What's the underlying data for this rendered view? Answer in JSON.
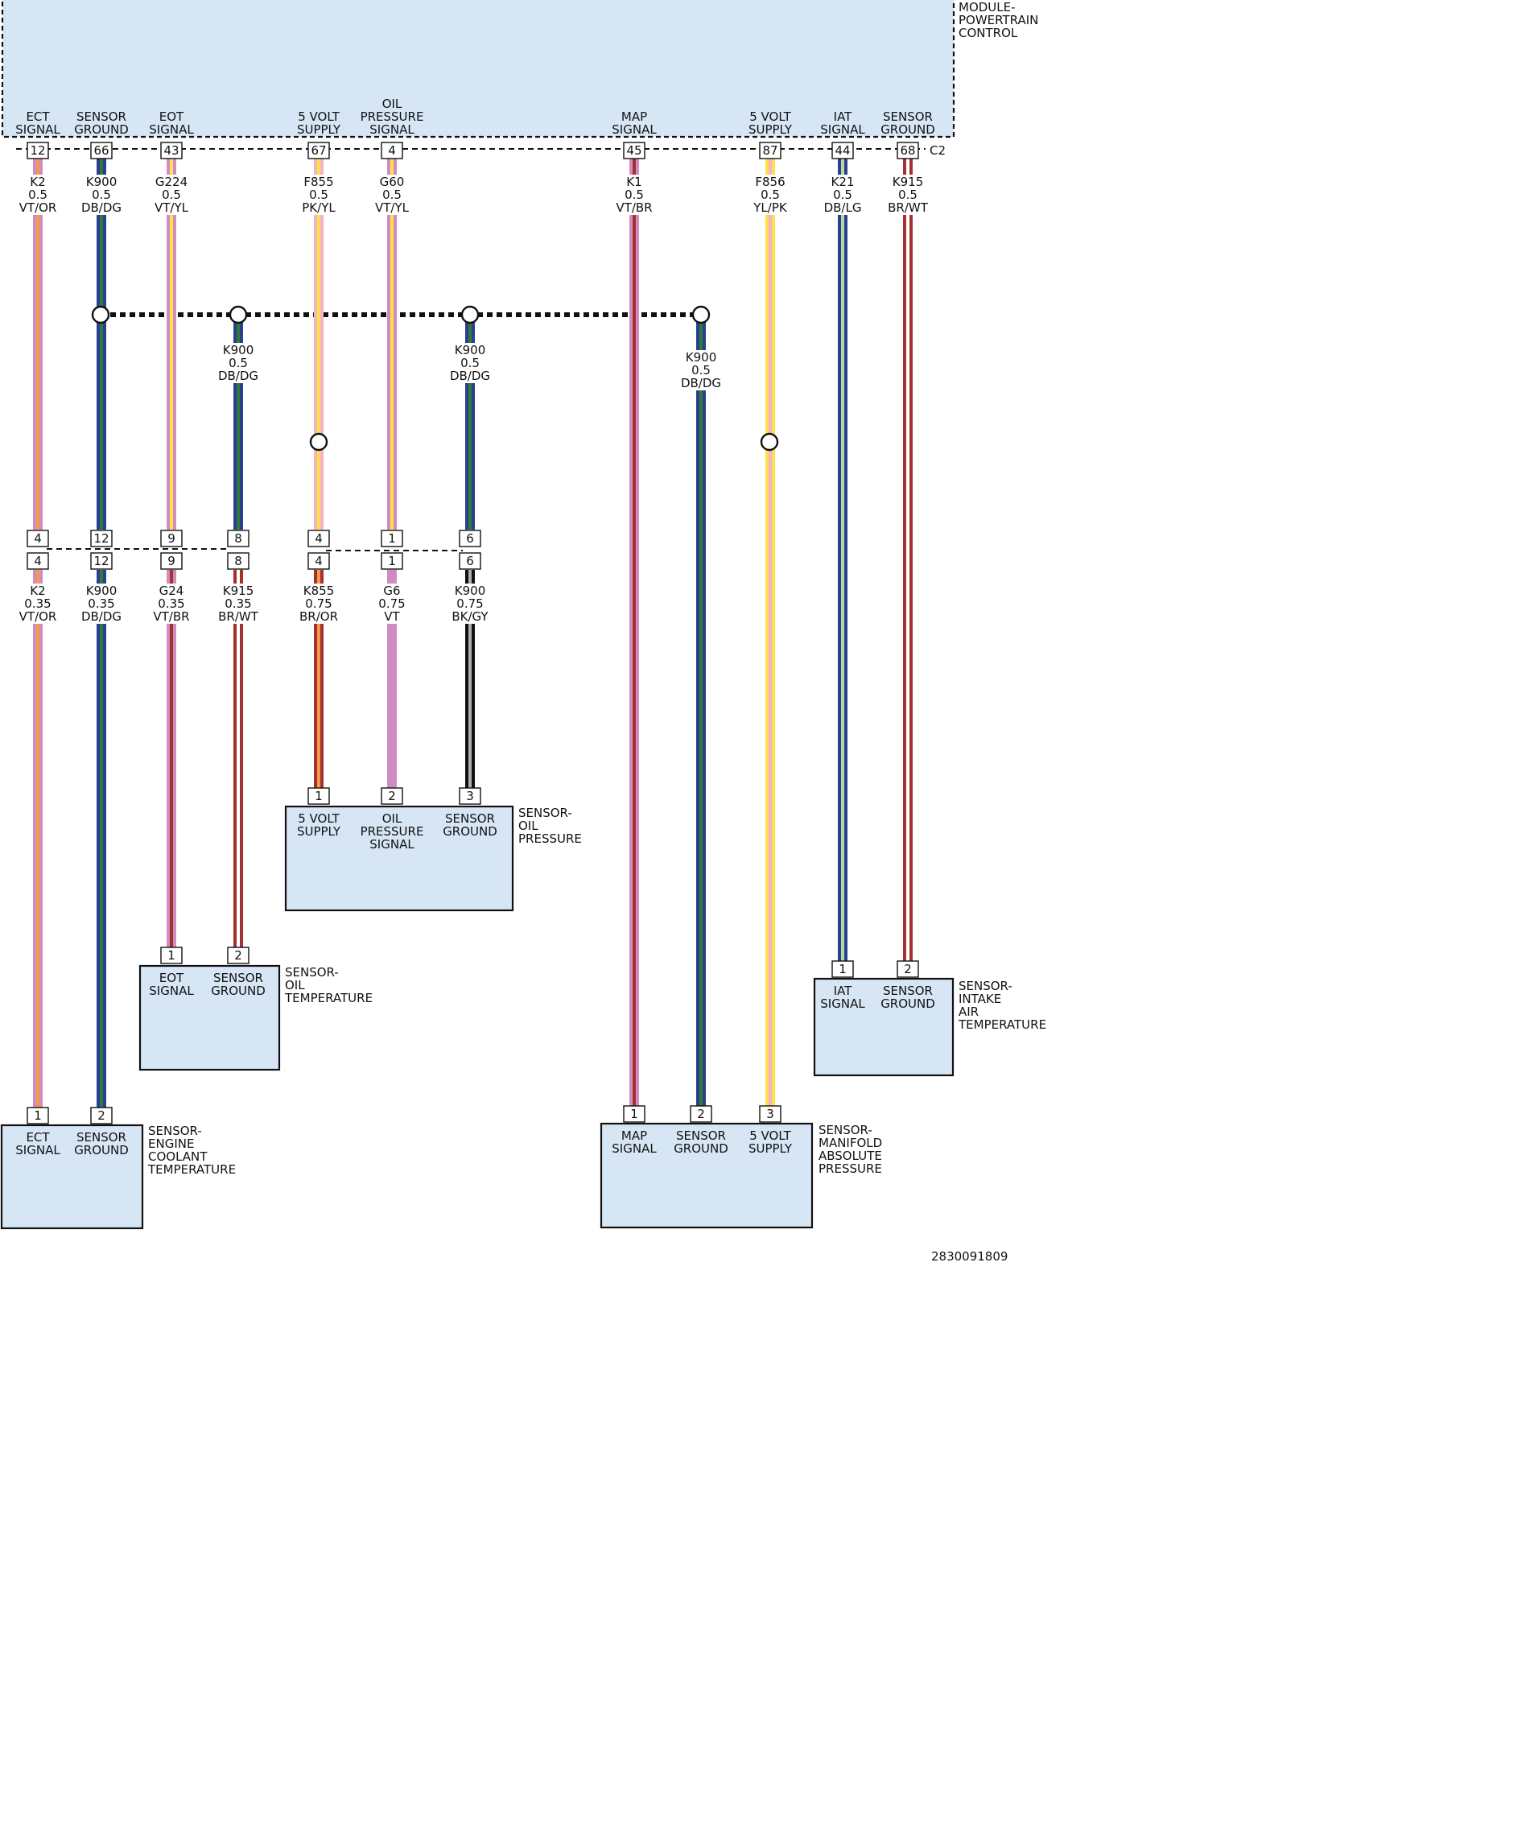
{
  "pcm": {
    "name": [
      "MODULE-",
      "POWERTRAIN",
      "CONTROL"
    ],
    "connector": "C2",
    "pins": [
      {
        "pin": "12",
        "label": [
          "ECT",
          "SIGNAL"
        ]
      },
      {
        "pin": "66",
        "label": [
          "SENSOR",
          "GROUND"
        ]
      },
      {
        "pin": "43",
        "label": [
          "EOT",
          "SIGNAL"
        ]
      },
      {
        "pin": "67",
        "label": [
          "5 VOLT",
          "SUPPLY"
        ]
      },
      {
        "pin": "4",
        "label": [
          "OIL",
          "PRESSURE",
          "SIGNAL"
        ]
      },
      {
        "pin": "45",
        "label": [
          "MAP",
          "SIGNAL"
        ]
      },
      {
        "pin": "87",
        "label": [
          "5 VOLT",
          "SUPPLY"
        ]
      },
      {
        "pin": "44",
        "label": [
          "IAT",
          "SIGNAL"
        ]
      },
      {
        "pin": "68",
        "label": [
          "SENSOR",
          "GROUND"
        ]
      }
    ]
  },
  "colors": {
    "VT": "#d08cc0",
    "OR": "#f59a4a",
    "DB": "#2a3f8f",
    "DG": "#2f7a3a",
    "YL": "#fde14a",
    "PK": "#f6b3c8",
    "BR": "#a3322e",
    "WT": "#ffffff",
    "LG": "#b8d8a0",
    "BK": "#111111",
    "GY": "#b0b0b0"
  },
  "wires": [
    {
      "id": "ect-signal",
      "segments": [
        {
          "circuit": "K2",
          "size": "0.5",
          "color": "VT/OR"
        },
        {
          "circuit": "K2",
          "size": "0.35",
          "color": "VT/OR"
        }
      ]
    },
    {
      "id": "ect-ground",
      "segments": [
        {
          "circuit": "K900",
          "size": "0.5",
          "color": "DB/DG"
        },
        {
          "circuit": "K900",
          "size": "0.35",
          "color": "DB/DG"
        }
      ]
    },
    {
      "id": "eot-signal",
      "segments": [
        {
          "circuit": "G224",
          "size": "0.5",
          "color": "VT/YL"
        },
        {
          "circuit": "G24",
          "size": "0.35",
          "color": "VT/BR"
        }
      ]
    },
    {
      "id": "eot-ground",
      "segments": [
        {
          "circuit": "K900",
          "size": "0.5",
          "color": "DB/DG"
        },
        {
          "circuit": "K915",
          "size": "0.35",
          "color": "BR/WT"
        }
      ]
    },
    {
      "id": "oil-5v",
      "segments": [
        {
          "circuit": "F855",
          "size": "0.5",
          "color": "PK/YL"
        },
        {
          "circuit": "K855",
          "size": "0.75",
          "color": "BR/OR"
        }
      ]
    },
    {
      "id": "oil-signal",
      "segments": [
        {
          "circuit": "G60",
          "size": "0.5",
          "color": "VT/YL"
        },
        {
          "circuit": "G6",
          "size": "0.75",
          "color": "VT"
        }
      ]
    },
    {
      "id": "oil-ground",
      "segments": [
        {
          "circuit": "K900",
          "size": "0.5",
          "color": "DB/DG"
        },
        {
          "circuit": "K900",
          "size": "0.75",
          "color": "BK/GY"
        }
      ]
    },
    {
      "id": "map-signal",
      "segments": [
        {
          "circuit": "K1",
          "size": "0.5",
          "color": "VT/BR"
        }
      ]
    },
    {
      "id": "map-ground",
      "segments": [
        {
          "circuit": "K900",
          "size": "0.5",
          "color": "DB/DG"
        }
      ]
    },
    {
      "id": "map-5v",
      "segments": [
        {
          "circuit": "F856",
          "size": "0.5",
          "color": "YL/PK"
        }
      ]
    },
    {
      "id": "iat-signal",
      "segments": [
        {
          "circuit": "K21",
          "size": "0.5",
          "color": "DB/LG"
        }
      ]
    },
    {
      "id": "iat-ground",
      "segments": [
        {
          "circuit": "K915",
          "size": "0.5",
          "color": "BR/WT"
        }
      ]
    }
  ],
  "inline_connector": {
    "top_pins": [
      "4",
      "12",
      "9",
      "8",
      "4",
      "1",
      "6"
    ],
    "bottom_pins": [
      "4",
      "12",
      "9",
      "8",
      "4",
      "1",
      "6"
    ]
  },
  "sensors": [
    {
      "id": "ect",
      "name": [
        "SENSOR-",
        "ENGINE",
        "COOLANT",
        "TEMPERATURE"
      ],
      "pins": [
        {
          "pin": "1",
          "label": [
            "ECT",
            "SIGNAL"
          ]
        },
        {
          "pin": "2",
          "label": [
            "SENSOR",
            "GROUND"
          ]
        }
      ]
    },
    {
      "id": "eot",
      "name": [
        "SENSOR-",
        "OIL",
        "TEMPERATURE"
      ],
      "pins": [
        {
          "pin": "1",
          "label": [
            "EOT",
            "SIGNAL"
          ]
        },
        {
          "pin": "2",
          "label": [
            "SENSOR",
            "GROUND"
          ]
        }
      ]
    },
    {
      "id": "oilp",
      "name": [
        "SENSOR-",
        "OIL",
        "PRESSURE"
      ],
      "pins": [
        {
          "pin": "1",
          "label": [
            "5 VOLT",
            "SUPPLY"
          ]
        },
        {
          "pin": "2",
          "label": [
            "OIL",
            "PRESSURE",
            "SIGNAL"
          ]
        },
        {
          "pin": "3",
          "label": [
            "SENSOR",
            "GROUND"
          ]
        }
      ]
    },
    {
      "id": "map",
      "name": [
        "SENSOR-",
        "MANIFOLD",
        "ABSOLUTE",
        "PRESSURE"
      ],
      "pins": [
        {
          "pin": "1",
          "label": [
            "MAP",
            "SIGNAL"
          ]
        },
        {
          "pin": "2",
          "label": [
            "SENSOR",
            "GROUND"
          ]
        },
        {
          "pin": "3",
          "label": [
            "5 VOLT",
            "SUPPLY"
          ]
        }
      ]
    },
    {
      "id": "iat",
      "name": [
        "SENSOR-",
        "INTAKE",
        "AIR",
        "TEMPERATURE"
      ],
      "pins": [
        {
          "pin": "1",
          "label": [
            "IAT",
            "SIGNAL"
          ]
        },
        {
          "pin": "2",
          "label": [
            "SENSOR",
            "GROUND"
          ]
        }
      ]
    }
  ],
  "image_id": "2830091809"
}
